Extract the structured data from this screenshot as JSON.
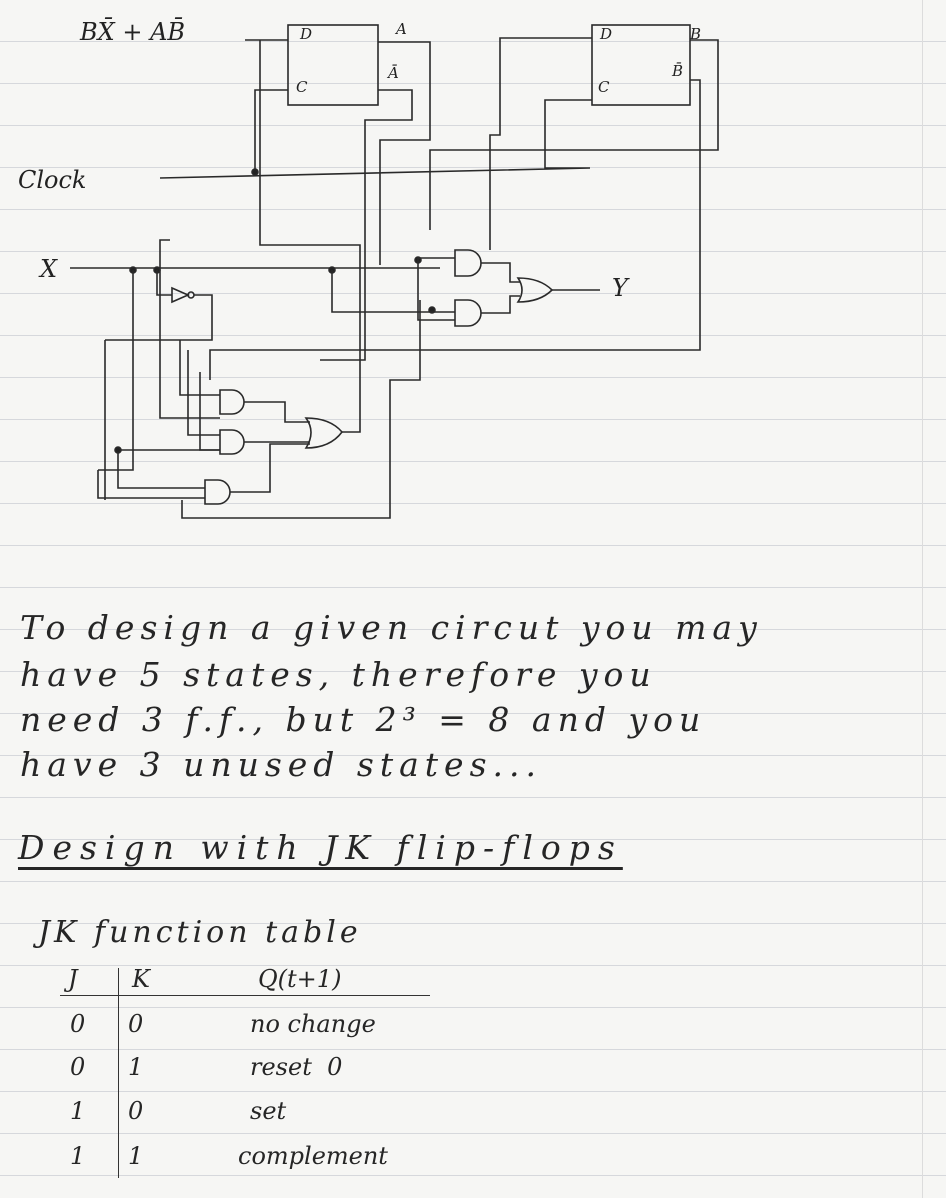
{
  "circuit": {
    "input_expression": "BX̄ + AB̄",
    "ff1": {
      "d": "D",
      "c": "C",
      "q": "A",
      "q_bar": "Ā"
    },
    "ff2": {
      "d": "D",
      "c": "C",
      "q": "B",
      "q_bar": "B̄"
    },
    "clock_label": "Clock",
    "x_label": "X",
    "y_label": "Y"
  },
  "notes": {
    "lines": [
      "To design a given circut you may",
      "have 5 states, therefore you",
      "need 3 f.f., but 2³ = 8 and you",
      "have 3 unused states..."
    ]
  },
  "section_title": "Design with JK flip-flops",
  "jk_table": {
    "title": "JK function table",
    "headers": [
      "J",
      "K",
      "Q(t+1)"
    ],
    "rows": [
      [
        "0",
        "0",
        "no change"
      ],
      [
        "0",
        "1",
        "reset  0"
      ],
      [
        "1",
        "0",
        "set"
      ],
      [
        "1",
        "1",
        "complement"
      ]
    ]
  }
}
